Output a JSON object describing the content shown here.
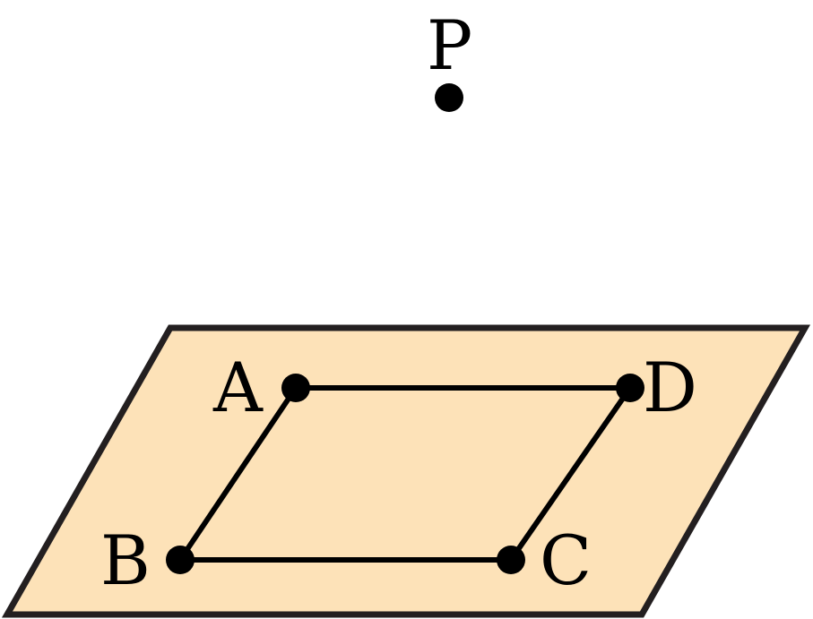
{
  "colors": {
    "plane_fill": "#fde2b8",
    "stroke": "#231f20",
    "point": "#000000",
    "background": "#ffffff"
  },
  "labels": {
    "P": "P",
    "A": "A",
    "B": "B",
    "C": "C",
    "D": "D"
  },
  "segments": [
    "AD",
    "DC",
    "CB",
    "BA"
  ]
}
